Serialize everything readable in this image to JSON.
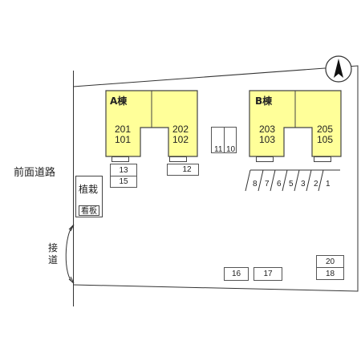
{
  "road": {
    "label": "前面道路",
    "access_label": "接道"
  },
  "compass": {
    "label": "N"
  },
  "building_a": {
    "name": "A棟",
    "units_left": [
      "201",
      "101"
    ],
    "units_right": [
      "202",
      "102"
    ]
  },
  "building_b": {
    "name": "B棟",
    "units_left": [
      "203",
      "103"
    ],
    "units_right": [
      "205",
      "105"
    ]
  },
  "parking": {
    "p13": "13",
    "p15": "15",
    "p12": "12",
    "p11": "11",
    "p10": "10",
    "row_b": [
      "8",
      "7",
      "6",
      "5",
      "3",
      "2",
      "1"
    ],
    "p16": "16",
    "p17": "17",
    "p20": "20",
    "p18": "18"
  },
  "planting": {
    "label": "植栽",
    "sign": "看板"
  },
  "colors": {
    "building": "#ffff99",
    "border": "#444444"
  }
}
